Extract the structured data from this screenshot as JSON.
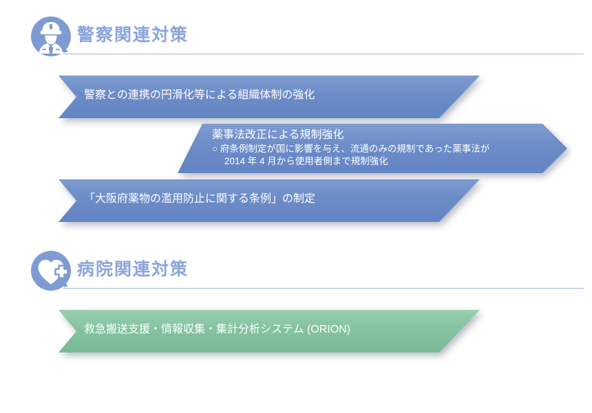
{
  "colors": {
    "blue_bar": "#6C8CC7",
    "blue_bar_dark": "#5B7CB8",
    "green_bar": "#84C2A0",
    "header_text": "#8BA5DC",
    "header_icon": "#7E9BD3",
    "rule": "#9DB4DE",
    "bar_text": "#FFFFFF",
    "background": "#FFFFFF"
  },
  "sections": [
    {
      "id": "police",
      "icon": "police-officer-icon",
      "title": "警察関連対策",
      "bars": [
        {
          "id": "bar-1",
          "color": "blue",
          "shape": "notch-left-diagonal-right",
          "text": "警察との連携の円滑化等による組織体制の強化"
        },
        {
          "id": "bar-2",
          "color": "blue",
          "shape": "diagonal-left-arrow-right",
          "title": "薬事法改正による規制強化",
          "bullet_marker": "○",
          "bullet_line1": "府条例制定が国に影響を与え、流通のみの規制であった薬事法が",
          "bullet_line2": "2014 年 4 月から使用者側まで規制強化"
        },
        {
          "id": "bar-3",
          "color": "blue",
          "shape": "notch-left-diagonal-right",
          "text": "「大阪府薬物の濫用防止に関する条例」の制定"
        }
      ]
    },
    {
      "id": "hospital",
      "icon": "heart-medical-cross-icon",
      "title": "病院関連対策",
      "bars": [
        {
          "id": "bar-4",
          "color": "green",
          "shape": "notch-left-diagonal-right",
          "text": "救急搬送支援・情報収集・集計分析システム (ORION)"
        }
      ]
    }
  ]
}
